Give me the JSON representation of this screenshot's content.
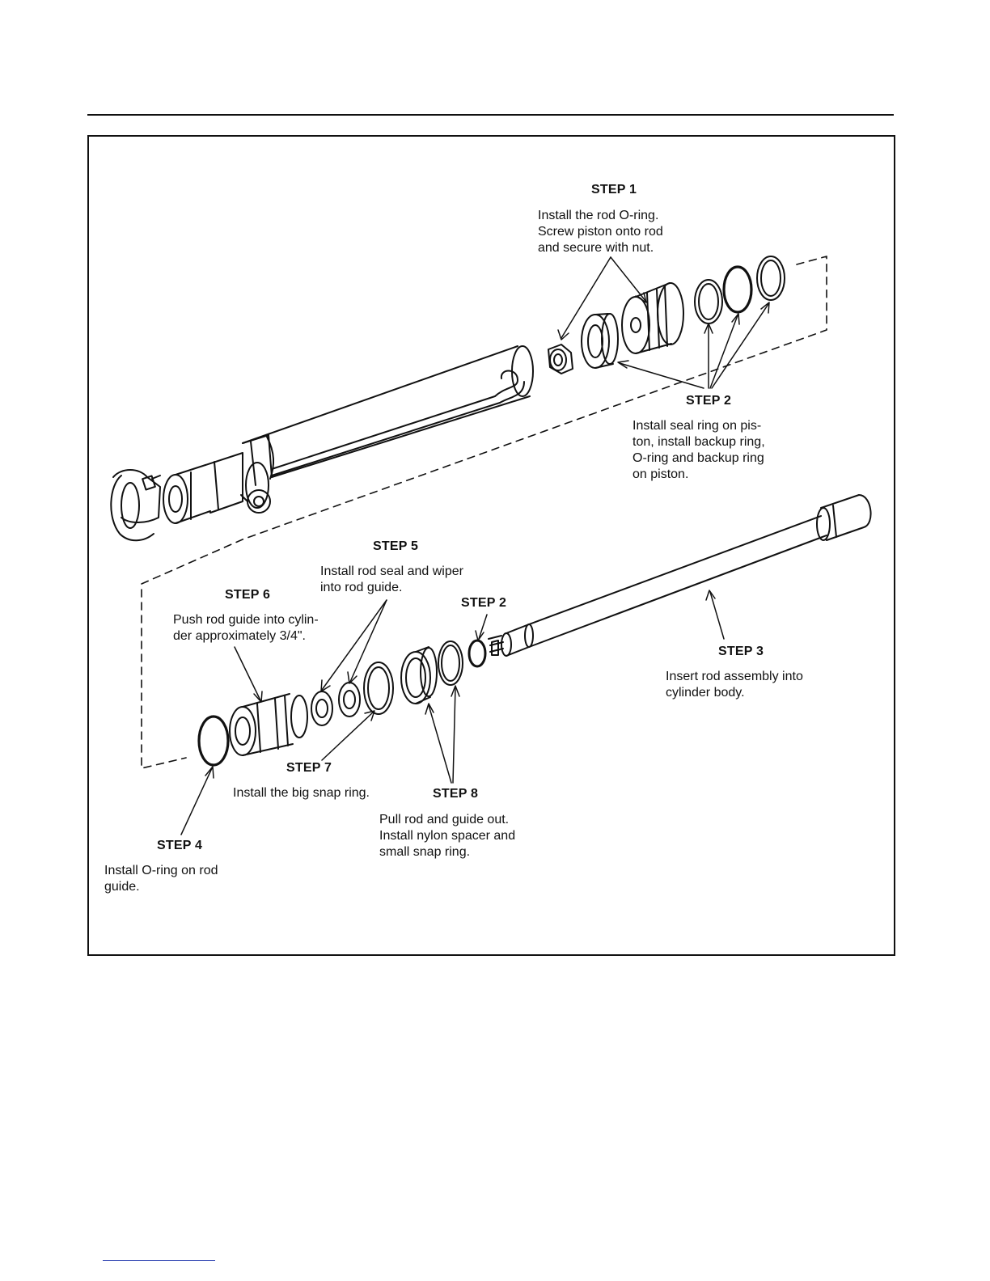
{
  "steps": {
    "step1": {
      "title": "STEP 1",
      "text": "Install the rod O-ring.\nScrew piston onto rod\nand secure with nut."
    },
    "step2a": {
      "title": "STEP 2",
      "text": "Install seal ring on pis-\nton, install backup ring,\nO-ring and backup ring\non piston."
    },
    "step2b": {
      "title": "STEP 2"
    },
    "step3": {
      "title": "STEP 3",
      "text": "Insert rod assembly into\ncylinder body."
    },
    "step4": {
      "title": "STEP 4",
      "text": "Install O-ring on rod\nguide."
    },
    "step5": {
      "title": "STEP 5",
      "text": "Install rod seal and wiper\ninto rod guide."
    },
    "step6": {
      "title": "STEP 6",
      "text": "Push rod guide into cylin-\nder approximately 3/4\"."
    },
    "step7": {
      "title": "STEP 7",
      "text": "Install the big snap ring."
    },
    "step8": {
      "title": "STEP 8",
      "text": "Pull rod and guide out.\nInstall nylon spacer and\nsmall snap ring."
    }
  },
  "colors": {
    "ink": "#111111",
    "footer_link_rule": "#2a3fb0"
  }
}
